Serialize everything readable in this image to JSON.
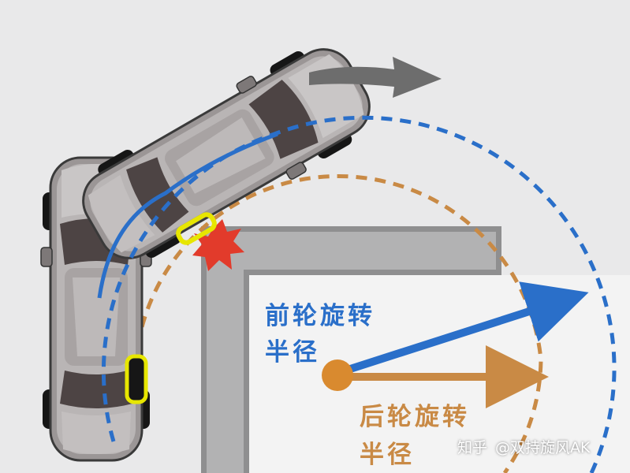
{
  "front_label": {
    "line1": "前轮旋转",
    "line2": "半径"
  },
  "rear_label": {
    "line1": "后轮旋转",
    "line2": "半径"
  },
  "watermark": {
    "brand": "知乎",
    "author": "@双持旋风AK"
  },
  "colors": {
    "front_arc": "#2a6fc9",
    "rear_arc": "#c98a45",
    "front_text": "#2a6fc9",
    "rear_text": "#c98a45",
    "car_body": "#9a9595",
    "wall": "#8f8f90",
    "collision": "#e23b2b",
    "highlight": "#e7e600",
    "turn_arrow": "#6d6d6d"
  }
}
